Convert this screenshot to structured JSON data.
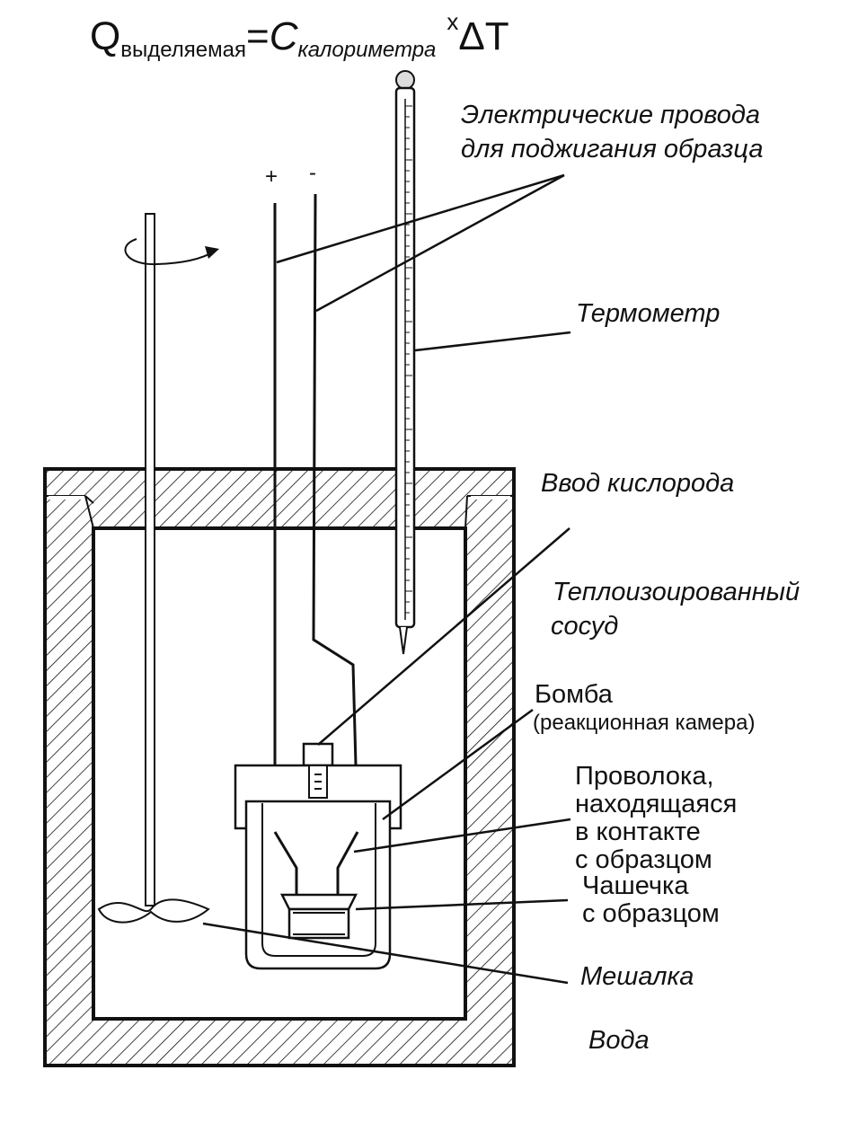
{
  "formula": {
    "q": "Q",
    "q_sub": "выделяемая",
    "eq": "=",
    "c": "C",
    "c_sub": "калориметра",
    "times": "x",
    "delta_t": "ΔT"
  },
  "polarity": {
    "plus": "+",
    "minus": "-"
  },
  "labels": {
    "wires_line1": "Электрические провода",
    "wires_line2": "для поджигания образца",
    "thermometer": "Термометр",
    "oxygen": "Ввод кислорода",
    "vessel_line1": "Теплоизоированный",
    "vessel_line2": "сосуд",
    "bomb": "Бомба",
    "bomb_note": "(реакционная камера)",
    "wire_line1": "Проволока,",
    "wire_line2": "находящаяся",
    "wire_line3": "в контакте",
    "wire_line4": "с образцом",
    "cup_line1": "Чашечка",
    "cup_line2": "с образцом",
    "stirrer": "Мешалка",
    "water": "Вода"
  },
  "colors": {
    "ink": "#111111",
    "background": "#ffffff"
  }
}
